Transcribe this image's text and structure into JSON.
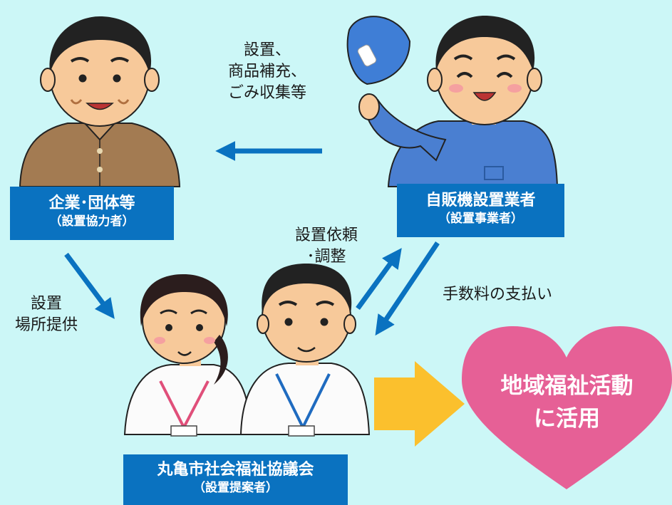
{
  "colors": {
    "background": "#ccf7f7",
    "label_box": "#0a72c0",
    "arrow_blue": "#0a72c0",
    "arrow_yellow": "#fbc02d",
    "heart": "#e66096"
  },
  "nodes": {
    "company": {
      "main": "企業･団体等",
      "sub": "（設置協力者）"
    },
    "vendor": {
      "main": "自販機設置業者",
      "sub": "（設置事業者）"
    },
    "council": {
      "main": "丸亀市社会福祉協議会",
      "sub": "（設置提案者）"
    }
  },
  "edge_labels": {
    "vendor_to_company": "設置、\n商品補充、\nごみ収集等",
    "company_to_council": "設置\n場所提供",
    "council_to_vendor": "設置依頼\n･調整",
    "vendor_to_council": "手数料の支払い"
  },
  "result": {
    "text": "地域福祉活動\nに活用"
  },
  "icons": {
    "company_person": "older-man-illustration",
    "vendor_person": "worker-with-cap-illustration",
    "council_staff_female": "female-staff-illustration",
    "council_staff_male": "male-staff-illustration"
  }
}
